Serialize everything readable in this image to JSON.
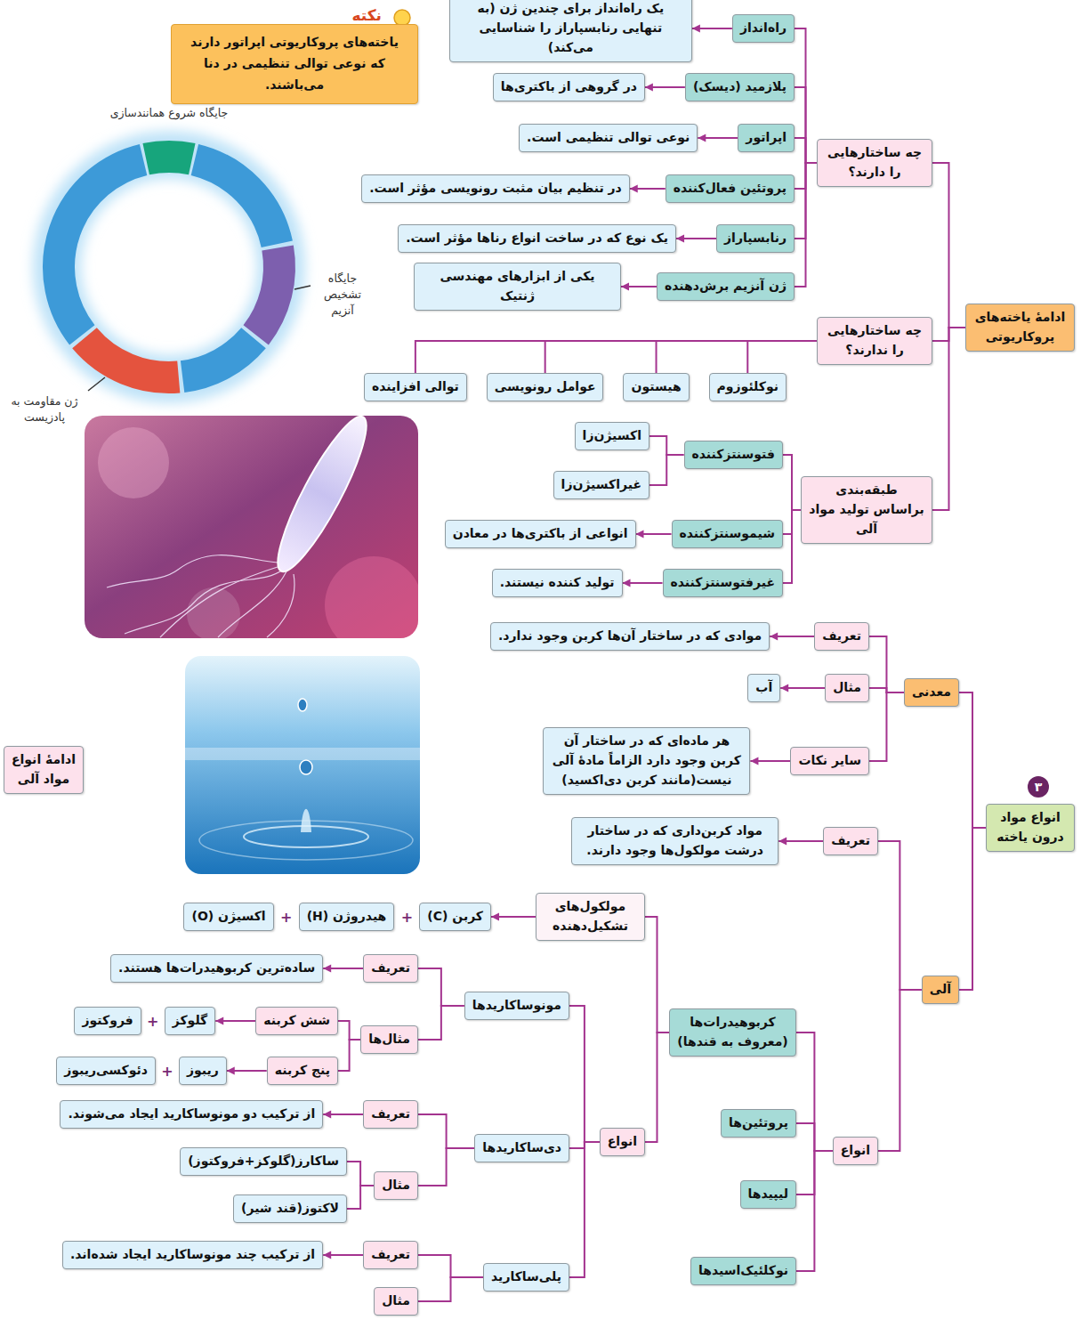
{
  "diagram": {
    "nodes": [
      {
        "text": [
          "ادامهٔ یاخته‌های پروکاریوتی"
        ]
      },
      {
        "text": [
          "چه ساختارهایی را دارند؟"
        ]
      },
      {
        "text": [
          "راه‌انداز"
        ]
      },
      {
        "text": [
          "یک راه‌انداز برای چندین ژن (به تنهایی رنابسپاراز را شناسایی می‌کند)"
        ]
      },
      {
        "text": [
          "پلازمید (دیسک)"
        ]
      },
      {
        "text": [
          "در گروهی از باکتری‌ها"
        ]
      },
      {
        "text": [
          "اپراتور"
        ]
      },
      {
        "text": [
          "نوعی توالی تنظیمی است."
        ]
      },
      {
        "text": [
          "پروتئین فعال‌کننده"
        ]
      },
      {
        "text": [
          "در تنظیم بیان مثبت رونویسی مؤثر است."
        ]
      },
      {
        "text": [
          "رنابسپاراز"
        ]
      },
      {
        "text": [
          "یک نوع که در ساخت انواع رناها مؤثر است."
        ]
      },
      {
        "text": [
          "ژن آنزیم برش‌دهنده"
        ]
      },
      {
        "text": [
          "یکی از ابزارهای مهندسی ژنتیک"
        ]
      },
      {
        "text": [
          "چه ساختارهایی را ندارند؟"
        ]
      },
      {
        "text": [
          "نوکلئوزوم"
        ]
      },
      {
        "text": [
          "هیستون"
        ]
      },
      {
        "text": [
          "عوامل رونویسی"
        ]
      },
      {
        "text": [
          "توالی افزاینده"
        ]
      },
      {
        "text": [
          "طبقه‌بندی براساس تولید مواد آلی"
        ]
      },
      {
        "text": [
          "فتوسنتزکننده"
        ]
      },
      {
        "text": [
          "اکسیژن‌زا"
        ]
      },
      {
        "text": [
          "غیراکسیژن‌زا"
        ]
      },
      {
        "text": [
          "شیموسنتزکننده"
        ]
      },
      {
        "text": [
          "انواعی از باکتری‌ها در معادن"
        ]
      },
      {
        "text": [
          "غیرفتوسنتزکننده"
        ]
      },
      {
        "text": [
          "تولید کننده نیستند."
        ]
      },
      {
        "text": [
          "نکته",
          "یاخته‌های پروکاریوتی اپراتور دارند که نوعی توالی تنظیمی در دنا می‌باشند."
        ]
      },
      {
        "text": [
          "انواع مواد درون یاخته"
        ]
      },
      {
        "text": [
          "معدنی"
        ]
      },
      {
        "text": [
          "تعریف"
        ]
      },
      {
        "text": [
          "موادی که در ساختار آن‌ها کربن وجود ندارد."
        ]
      },
      {
        "text": [
          "مثال"
        ]
      },
      {
        "text": [
          "آب"
        ]
      },
      {
        "text": [
          "سایر نکات"
        ]
      },
      {
        "text": [
          "هر ماده‌ای که در ساختار آن کربن وجود دارد الزاماً مادهٔ آلی نیست(مانند کربن دی‌اکسید)"
        ]
      },
      {
        "text": [
          "آلی"
        ]
      },
      {
        "text": [
          "تعریف"
        ]
      },
      {
        "text": [
          "مواد کربن‌داری که در ساختار درشت مولکول‌ها وجود دارند."
        ]
      },
      {
        "text": [
          "انواع"
        ]
      },
      {
        "text": [
          "کربوهیدرات‌ها (معروف به قندها)"
        ]
      },
      {
        "text": [
          "پروتئین‌ها"
        ]
      },
      {
        "text": [
          "لیپیدها"
        ]
      },
      {
        "text": [
          "نوکلئیک‌اسیدها"
        ]
      },
      {
        "text": [
          "مولکول‌های تشکیل‌دهنده"
        ]
      },
      {
        "text": [
          "کربن (C)"
        ]
      },
      {
        "text": [
          "هیدروژن (H)"
        ]
      },
      {
        "text": [
          "اکسیژن (O)"
        ]
      },
      {
        "text": [
          "انواع"
        ]
      },
      {
        "text": [
          "مونوساکاریدها"
        ]
      },
      {
        "text": [
          "تعریف"
        ]
      },
      {
        "text": [
          "ساده‌ترین کربوهیدرات‌ها هستند."
        ]
      },
      {
        "text": [
          "مثال‌ها"
        ]
      },
      {
        "text": [
          "شش کربنه"
        ]
      },
      {
        "text": [
          "گلوکز"
        ]
      },
      {
        "text": [
          "فروکتوز"
        ]
      },
      {
        "text": [
          "پنج کربنه"
        ]
      },
      {
        "text": [
          "ریبوز"
        ]
      },
      {
        "text": [
          "دئوکسی‌ریبوز"
        ]
      },
      {
        "text": [
          "دی‌ساکاریدها"
        ]
      },
      {
        "text": [
          "تعریف"
        ]
      },
      {
        "text": [
          "از ترکیب دو مونوساکارید ایجاد می‌شوند."
        ]
      },
      {
        "text": [
          "مثال"
        ]
      },
      {
        "text": [
          "ساکارز(گلوکز+فروکتوز)"
        ]
      },
      {
        "text": [
          "لاکتوز(قند شیر)"
        ]
      },
      {
        "text": [
          "پلی‌ساکارید"
        ]
      },
      {
        "text": [
          "تعریف"
        ]
      },
      {
        "text": [
          "از ترکیب چند مونوساکارید ایجاد شده‌اند."
        ]
      },
      {
        "text": [
          "مثال"
        ]
      },
      {
        "text": [
          "ادامهٔ انواع مواد آلی"
        ]
      }
    ],
    "edges": [
      {
        "from": 0,
        "to": 1,
        "arrow": "none"
      },
      {
        "from": 0,
        "to": 14,
        "arrow": "none"
      },
      {
        "from": 0,
        "to": 19,
        "arrow": "none"
      },
      {
        "from": 1,
        "to": 2,
        "arrow": "none"
      },
      {
        "from": 1,
        "to": 4,
        "arrow": "none"
      },
      {
        "from": 1,
        "to": 6,
        "arrow": "none"
      },
      {
        "from": 1,
        "to": 8,
        "arrow": "none"
      },
      {
        "from": 1,
        "to": 10,
        "arrow": "none"
      },
      {
        "from": 1,
        "to": 12,
        "arrow": "none"
      },
      {
        "from": 2,
        "to": 3,
        "arrow": "to"
      },
      {
        "from": 4,
        "to": 5,
        "arrow": "to"
      },
      {
        "from": 6,
        "to": 7,
        "arrow": "to"
      },
      {
        "from": 8,
        "to": 9,
        "arrow": "to"
      },
      {
        "from": 10,
        "to": 11,
        "arrow": "to"
      },
      {
        "from": 12,
        "to": 13,
        "arrow": "to"
      },
      {
        "from": 14,
        "to": 15,
        "arrow": "none"
      },
      {
        "from": 14,
        "to": 16,
        "arrow": "none"
      },
      {
        "from": 14,
        "to": 17,
        "arrow": "none"
      },
      {
        "from": 14,
        "to": 18,
        "arrow": "none"
      },
      {
        "from": 19,
        "to": 20,
        "arrow": "none"
      },
      {
        "from": 19,
        "to": 23,
        "arrow": "none"
      },
      {
        "from": 19,
        "to": 25,
        "arrow": "none"
      },
      {
        "from": 20,
        "to": 21,
        "arrow": "none"
      },
      {
        "from": 20,
        "to": 22,
        "arrow": "none"
      },
      {
        "from": 23,
        "to": 24,
        "arrow": "to"
      },
      {
        "from": 25,
        "to": 26,
        "arrow": "to"
      },
      {
        "from": 28,
        "to": 29,
        "arrow": "none"
      },
      {
        "from": 28,
        "to": 36,
        "arrow": "none"
      },
      {
        "from": 29,
        "to": 30,
        "arrow": "none"
      },
      {
        "from": 29,
        "to": 32,
        "arrow": "none"
      },
      {
        "from": 29,
        "to": 34,
        "arrow": "none"
      },
      {
        "from": 30,
        "to": 31,
        "arrow": "to"
      },
      {
        "from": 32,
        "to": 33,
        "arrow": "to"
      },
      {
        "from": 34,
        "to": 35,
        "arrow": "to"
      },
      {
        "from": 36,
        "to": 37,
        "arrow": "none"
      },
      {
        "from": 36,
        "to": 39,
        "arrow": "none"
      },
      {
        "from": 37,
        "to": 38,
        "arrow": "to"
      },
      {
        "from": 39,
        "to": 40,
        "arrow": "none"
      },
      {
        "from": 39,
        "to": 41,
        "arrow": "none"
      },
      {
        "from": 39,
        "to": 42,
        "arrow": "none"
      },
      {
        "from": 39,
        "to": 43,
        "arrow": "none"
      },
      {
        "from": 40,
        "to": 44,
        "arrow": "none"
      },
      {
        "from": 40,
        "to": 48,
        "arrow": "none"
      },
      {
        "from": 44,
        "to": 45,
        "arrow": "to"
      },
      {
        "from": 48,
        "to": 49,
        "arrow": "none"
      },
      {
        "from": 48,
        "to": 59,
        "arrow": "none"
      },
      {
        "from": 48,
        "to": 65,
        "arrow": "none"
      },
      {
        "from": 49,
        "to": 50,
        "arrow": "none"
      },
      {
        "from": 49,
        "to": 52,
        "arrow": "none"
      },
      {
        "from": 50,
        "to": 51,
        "arrow": "to"
      },
      {
        "from": 52,
        "to": 53,
        "arrow": "none"
      },
      {
        "from": 52,
        "to": 56,
        "arrow": "none"
      },
      {
        "from": 53,
        "to": 54,
        "arrow": "to"
      },
      {
        "from": 56,
        "to": 57,
        "arrow": "to"
      },
      {
        "from": 59,
        "to": 60,
        "arrow": "none"
      },
      {
        "from": 59,
        "to": 62,
        "arrow": "none"
      },
      {
        "from": 60,
        "to": 61,
        "arrow": "to"
      },
      {
        "from": 62,
        "to": 63,
        "arrow": "none"
      },
      {
        "from": 62,
        "to": 64,
        "arrow": "none"
      },
      {
        "from": 65,
        "to": 66,
        "arrow": "none"
      },
      {
        "from": 65,
        "to": 68,
        "arrow": "none"
      },
      {
        "from": 66,
        "to": 67,
        "arrow": "to"
      }
    ],
    "labels": [
      "جایگاه شروع همانندسازی",
      "جایگاه تشخیص آنزیم",
      "ژن مقاومت به پادزیست",
      "۳",
      "+",
      "+",
      "+",
      "+"
    ]
  }
}
